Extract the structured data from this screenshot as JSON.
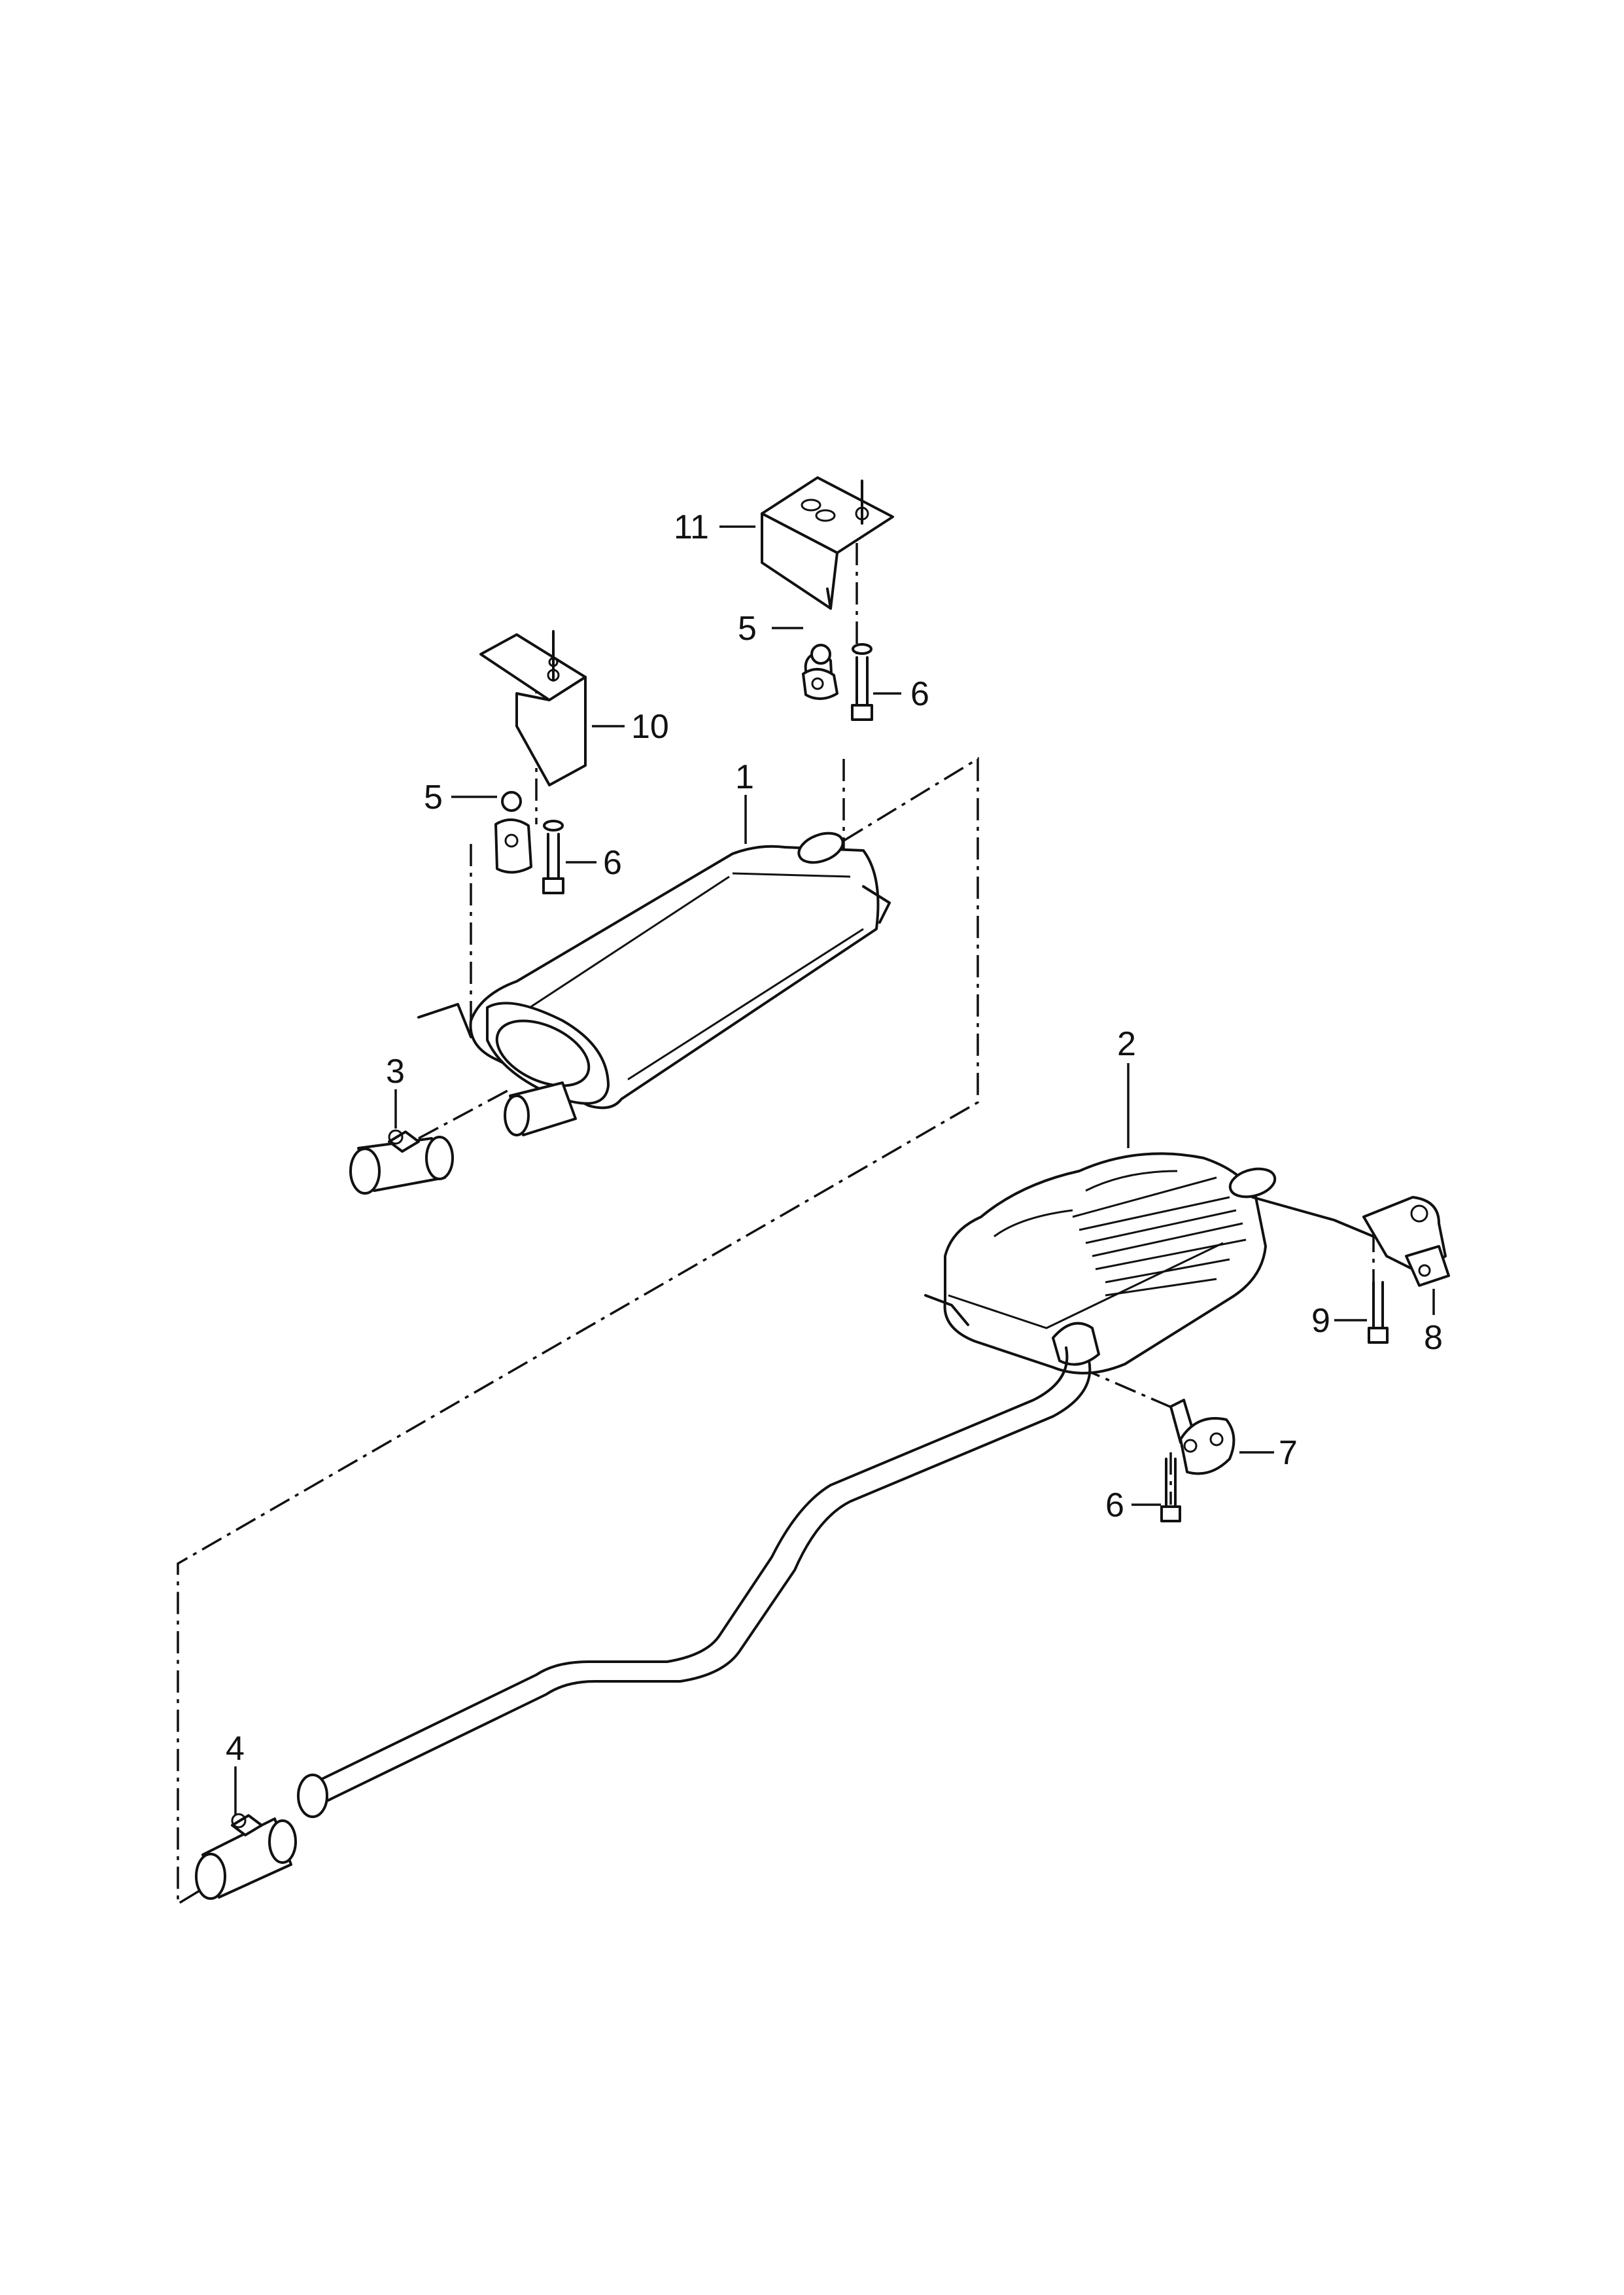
{
  "callouts": [
    {
      "id": "1",
      "label": "1"
    },
    {
      "id": "2",
      "label": "2"
    },
    {
      "id": "3",
      "label": "3"
    },
    {
      "id": "4",
      "label": "4"
    },
    {
      "id": "5a",
      "label": "5"
    },
    {
      "id": "5b",
      "label": "5"
    },
    {
      "id": "6a",
      "label": "6"
    },
    {
      "id": "6b",
      "label": "6"
    },
    {
      "id": "6c",
      "label": "6"
    },
    {
      "id": "7",
      "label": "7"
    },
    {
      "id": "8",
      "label": "8"
    },
    {
      "id": "9",
      "label": "9"
    },
    {
      "id": "10",
      "label": "10"
    },
    {
      "id": "11",
      "label": "11"
    }
  ]
}
